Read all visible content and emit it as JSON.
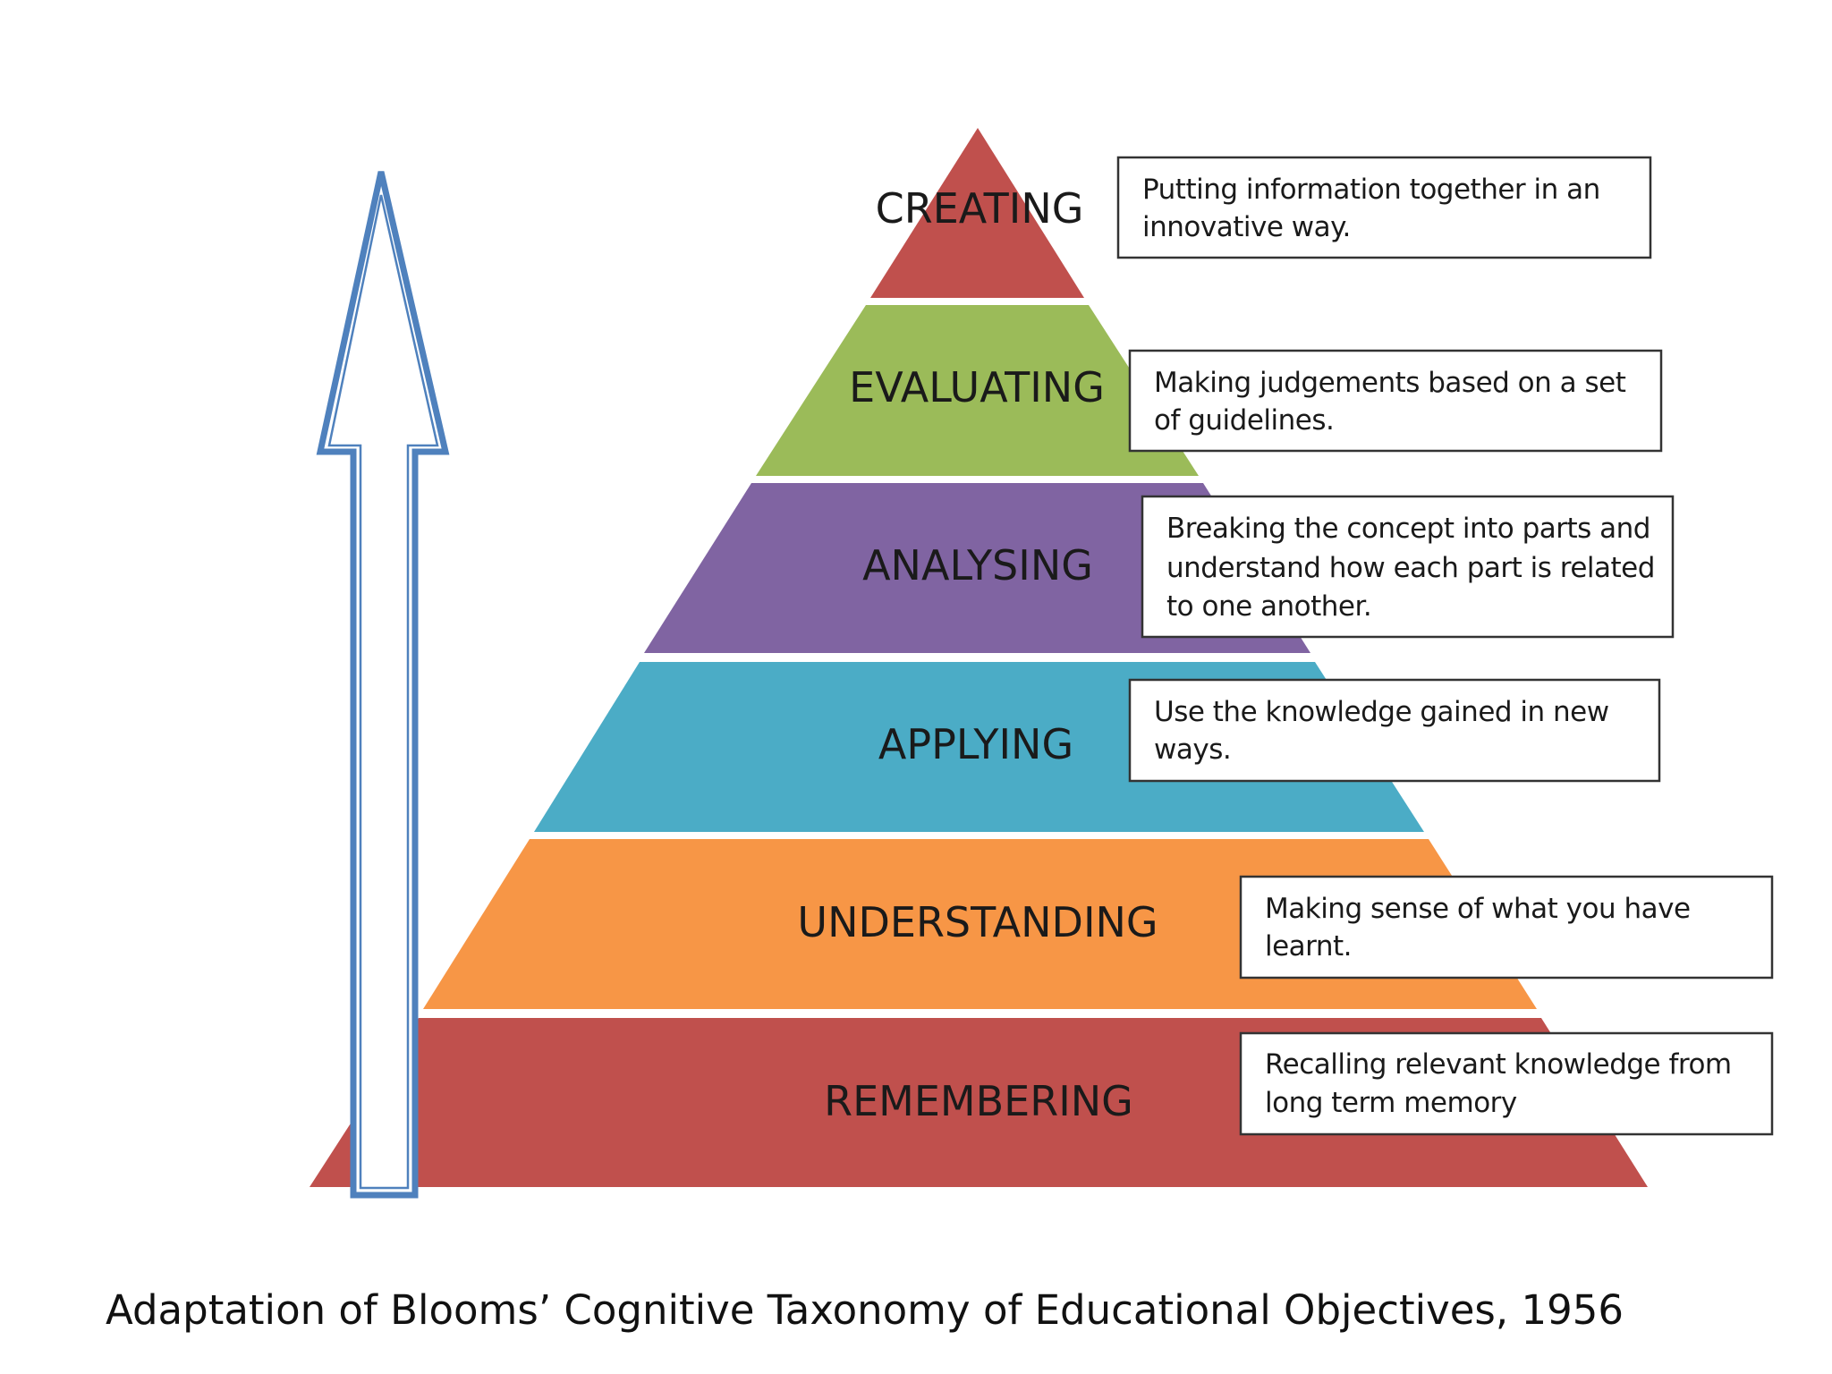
{
  "levels": [
    {
      "id": "creating",
      "label": "CREATING",
      "description": [
        "Putting information together in an",
        "innovative way."
      ],
      "color": "#c0504d"
    },
    {
      "id": "evaluating",
      "label": "EVALUATING",
      "description": [
        "Making judgements based on a set",
        "of guidelines."
      ],
      "color": "#9bbb59"
    },
    {
      "id": "analysing",
      "label": "ANALYSING",
      "description": [
        "Breaking the concept into parts and",
        "understand how each part is related",
        "to one another."
      ],
      "color": "#8064a2"
    },
    {
      "id": "applying",
      "label": "APPLYING",
      "description": [
        "Use the knowledge gained in new",
        "ways."
      ],
      "color": "#4bacc6"
    },
    {
      "id": "understanding",
      "label": "UNDERSTANDING",
      "description": [
        "Making sense of what you have",
        "learnt."
      ],
      "color": "#f79646"
    },
    {
      "id": "remembering",
      "label": "REMEMBERING",
      "description": [
        "Recalling relevant knowledge from",
        "long term memory"
      ],
      "color": "#c0504d"
    }
  ],
  "caption": "Adaptation of Blooms’ Cognitive Taxonomy of Educational Objectives, 1956",
  "icons": {
    "arrow": "up-arrow-icon"
  },
  "colors": {
    "arrow_outline": "#4f81bd",
    "box_border": "#333333"
  }
}
